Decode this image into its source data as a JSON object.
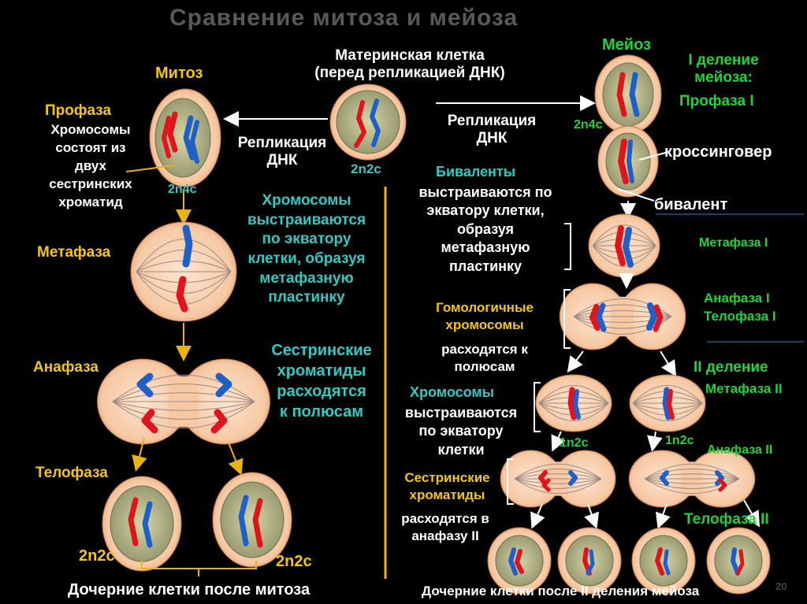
{
  "title": "Сравнение митоза и мейоза",
  "labels": {
    "mitosis": "Митоз",
    "meiosis": "Мейоз",
    "mother_cell": "Материнская клетка\n(перед репликацией ДНК)",
    "mother_ploidy": "2n2c",
    "replication_left": "Репликация\nДНК",
    "replication_right": "Репликация\nДНК",
    "prophase": "Профаза",
    "prophase_desc": "Хромосомы\nсостоят из\nдвух\nсестринских\nхроматид",
    "prophase_ploidy": "2n4c",
    "metaphase": "Метафаза",
    "metaphase_desc": "Хромосомы\nвыстраиваются\nпо экватору\nклетки, образуя\nметафазную\nпластинку",
    "anaphase": "Анафаза",
    "anaphase_desc": "Сестринские\nхроматиды\nрасходятся\nк полюсам",
    "telophase": "Телофаза",
    "daughter_ploidy_1": "2n2c",
    "daughter_ploidy_2": "2n2c",
    "daughter_mitosis": "Дочерние клетки после митоза",
    "meiosis_1": "I деление\nмейоза:",
    "prophase_1": "Профаза I",
    "meiosis_ploidy": "2n4c",
    "crossing_over": "кроссинговер",
    "bivalent": "бивалент",
    "bivalents_desc_head": "Биваленты",
    "bivalents_desc": "выстраиваются по\nэкватору клетки,\nобразуя\nметафазную\nпластинку",
    "metaphase_1": "Метафаза I",
    "homologous_desc": "Гомологичные\nхромосомы",
    "homologous_desc_2": "расходятся к\nполюсам",
    "anaphase_1": "Анафаза I\nТелофаза I",
    "meiosis_2": "II деление",
    "metaphase_2": "Метафаза II",
    "chrom_desc_2_head": "Хромосомы",
    "chrom_desc_2": "выстраиваются\nпо экватору\nклетки",
    "ploidy_1n2c_a": "1n2c",
    "ploidy_1n2c_b": "1n2c",
    "anaphase_2": "Анафаза II",
    "sister_desc_head": "Сестринские\nхроматиды",
    "sister_desc": "расходятся в\nанафазу II",
    "telophase_2": "Телофаза II",
    "daughter_meiosis": "Дочерние клетки  после II деления мейоза",
    "page_number": "20"
  },
  "colors": {
    "cell": "#f6c9a4",
    "nucleus": "#bfbf94",
    "red": "#e0141c",
    "blue": "#1f5fc8",
    "arrow_yellow": "#e9b316",
    "white": "#ffffff",
    "green": "#22d33a",
    "teal": "#35c9c3",
    "line_blue": "#3a78d6"
  }
}
